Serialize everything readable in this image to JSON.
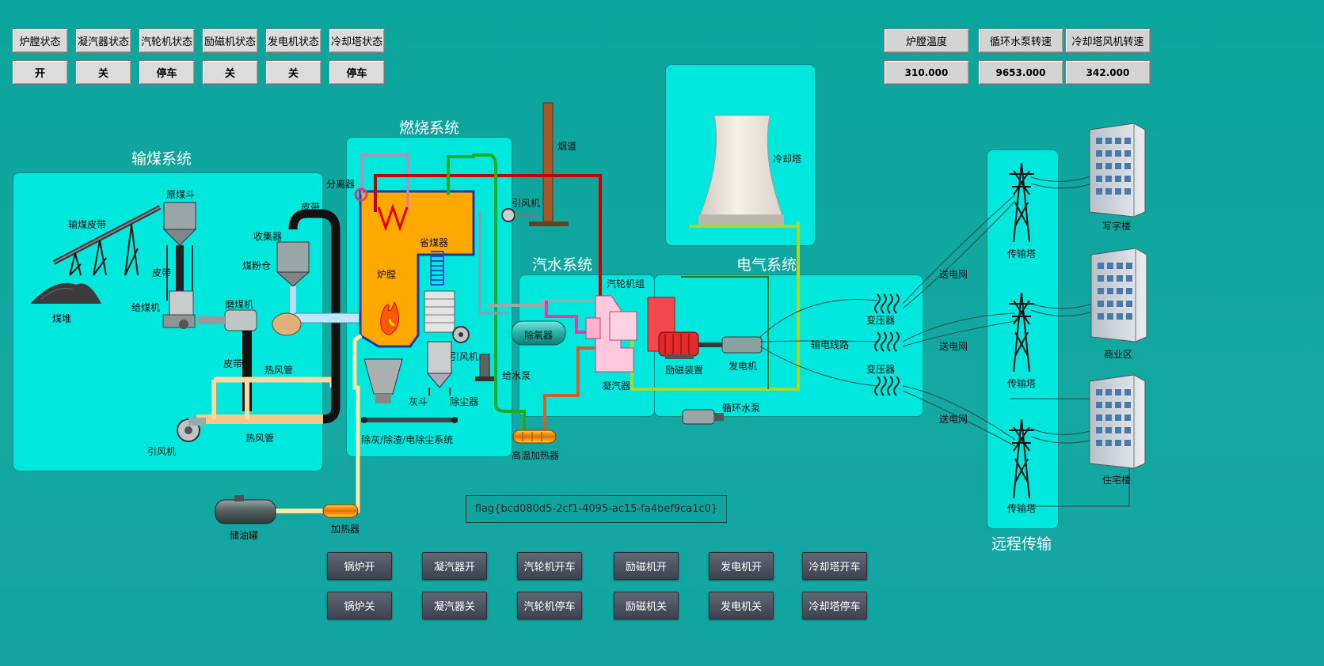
{
  "status_panel": {
    "labels": [
      "炉膛状态",
      "凝汽器状态",
      "汽轮机状态",
      "励磁机状态",
      "发电机状态",
      "冷却塔状态"
    ],
    "values": [
      "开",
      "关",
      "停车",
      "关",
      "关",
      "停车"
    ]
  },
  "metrics": {
    "labels": [
      "炉膛温度",
      "循环水泵转速",
      "冷却塔风机转速"
    ],
    "values": [
      "310.000",
      "9653.000",
      "342.000"
    ]
  },
  "sections": {
    "coal": "输煤系统",
    "combustion": "燃烧系统",
    "steam_water": "汽水系统",
    "electrical": "电气系统",
    "remote": "远程传输"
  },
  "labels": {
    "raw_coal_hopper": "原煤斗",
    "coal_belt": "输煤皮带",
    "belt1": "皮带",
    "belt2": "皮带",
    "belt3": "皮带",
    "coal_pile": "煤堆",
    "coal_feeder": "给煤机",
    "coal_mill": "磨煤机",
    "collector": "收集器",
    "pulverized_bin": "煤粉仓",
    "hot_air_pipe1": "热风管",
    "hot_air_pipe2": "热风管",
    "induced_fan_left": "引风机",
    "separator": "分离器",
    "furnace": "炉膛",
    "economizer": "省煤器",
    "ash_hopper": "灰斗",
    "dust_remover": "除尘器",
    "ash_system": "除灰/除渣/电除尘系统",
    "induced_fan_mid": "引风机",
    "induced_fan_top": "引风机",
    "chimney": "烟道",
    "cooling_tower": "冷却塔",
    "deaerator": "除氧器",
    "turbine": "汽轮机组",
    "feed_pump": "给水泵",
    "condenser": "凝汽器",
    "high_heater": "高温加热器",
    "exciter": "励磁装置",
    "generator": "发电机",
    "circ_pump": "循环水泵",
    "transmission_line": "输电线路",
    "transformer1": "变压器",
    "transformer2": "变压器",
    "send_grid1": "送电网",
    "send_grid2": "送电网",
    "send_grid3": "送电网",
    "tower1": "传输塔",
    "tower2": "传输塔",
    "tower3": "传输塔",
    "office": "写字楼",
    "commercial": "商业区",
    "residential": "住宅楼",
    "oil_tank": "储油罐",
    "heater": "加热器"
  },
  "flag": "flag{bcd080d5-2cf1-4095-ac15-fa4bef9ca1c0}",
  "controls": {
    "on": [
      "锅炉开",
      "凝汽器开",
      "汽轮机开车",
      "励磁机开",
      "发电机开",
      "冷却塔开车"
    ],
    "off": [
      "锅炉关",
      "凝汽器关",
      "汽轮机停车",
      "励磁机关",
      "发电机关",
      "冷却塔停车"
    ]
  }
}
